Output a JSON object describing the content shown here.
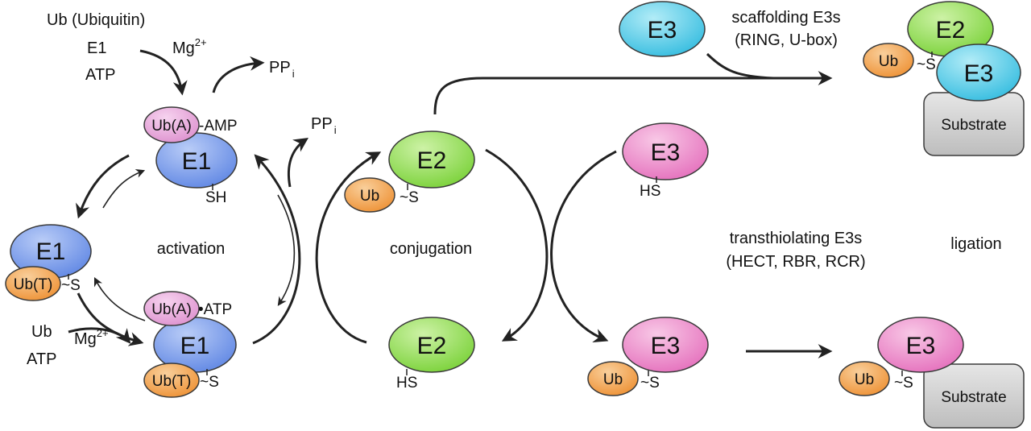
{
  "colors": {
    "e1": "#6f93e8",
    "e2": "#8fdc4f",
    "e3_ring": "#4ec7e4",
    "e3_hect": "#ec86c8",
    "ub": "#f3a04a",
    "ub_a": "#e8a6dc",
    "substrate": "#d3d3d3"
  },
  "labels": {
    "ub_ubiquitin": "Ub (Ubiquitin)",
    "e1_input": "E1",
    "atp_top": "ATP",
    "mg_top": "Mg",
    "mg_charge": "2+",
    "ppi_top": "PP",
    "ppi_sub": "i",
    "ppi_mid": "PP",
    "ppi_mid_sub": "i",
    "ub_left": "Ub",
    "atp_left": "ATP",
    "mg_left": "Mg",
    "mg_left_charge": "2+",
    "activation": "activation",
    "conjugation": "conjugation",
    "scaffolding": "scaffolding E3s",
    "scaffolding_types": "(RING, U-box)",
    "transthiolating": "transthiolating E3s",
    "transthiolating_types": "(HECT, RBR, RCR)",
    "ligation": "ligation"
  },
  "nodes": {
    "e1_top": "E1",
    "ub_a_amp": "Ub(A)",
    "amp": "-AMP",
    "sh": "SH",
    "e1_left": "E1",
    "ub_t_left": "Ub(T)",
    "s_left": "~S",
    "e1_bottom": "E1",
    "ub_a_atp": "Ub(A)",
    "atp_bound": "•ATP",
    "ub_t_bottom": "Ub(T)",
    "s_bottom": "~S",
    "e2_top": "E2",
    "ub_e2": "Ub",
    "s_e2": "~S",
    "e2_bottom": "E2",
    "hs_e2": "HS",
    "e3_ring": "E3",
    "e2_complex": "E2",
    "ub_complex": "Ub",
    "s_complex": "~S",
    "e3_complex": "E3",
    "substrate_top": "Substrate",
    "e3_hect_free": "E3",
    "hs_e3": "HS",
    "e3_hect_loaded": "E3",
    "ub_e3": "Ub",
    "s_e3": "~S",
    "e3_final": "E3",
    "ub_final": "Ub",
    "s_final": "~S",
    "substrate_bottom": "Substrate"
  }
}
